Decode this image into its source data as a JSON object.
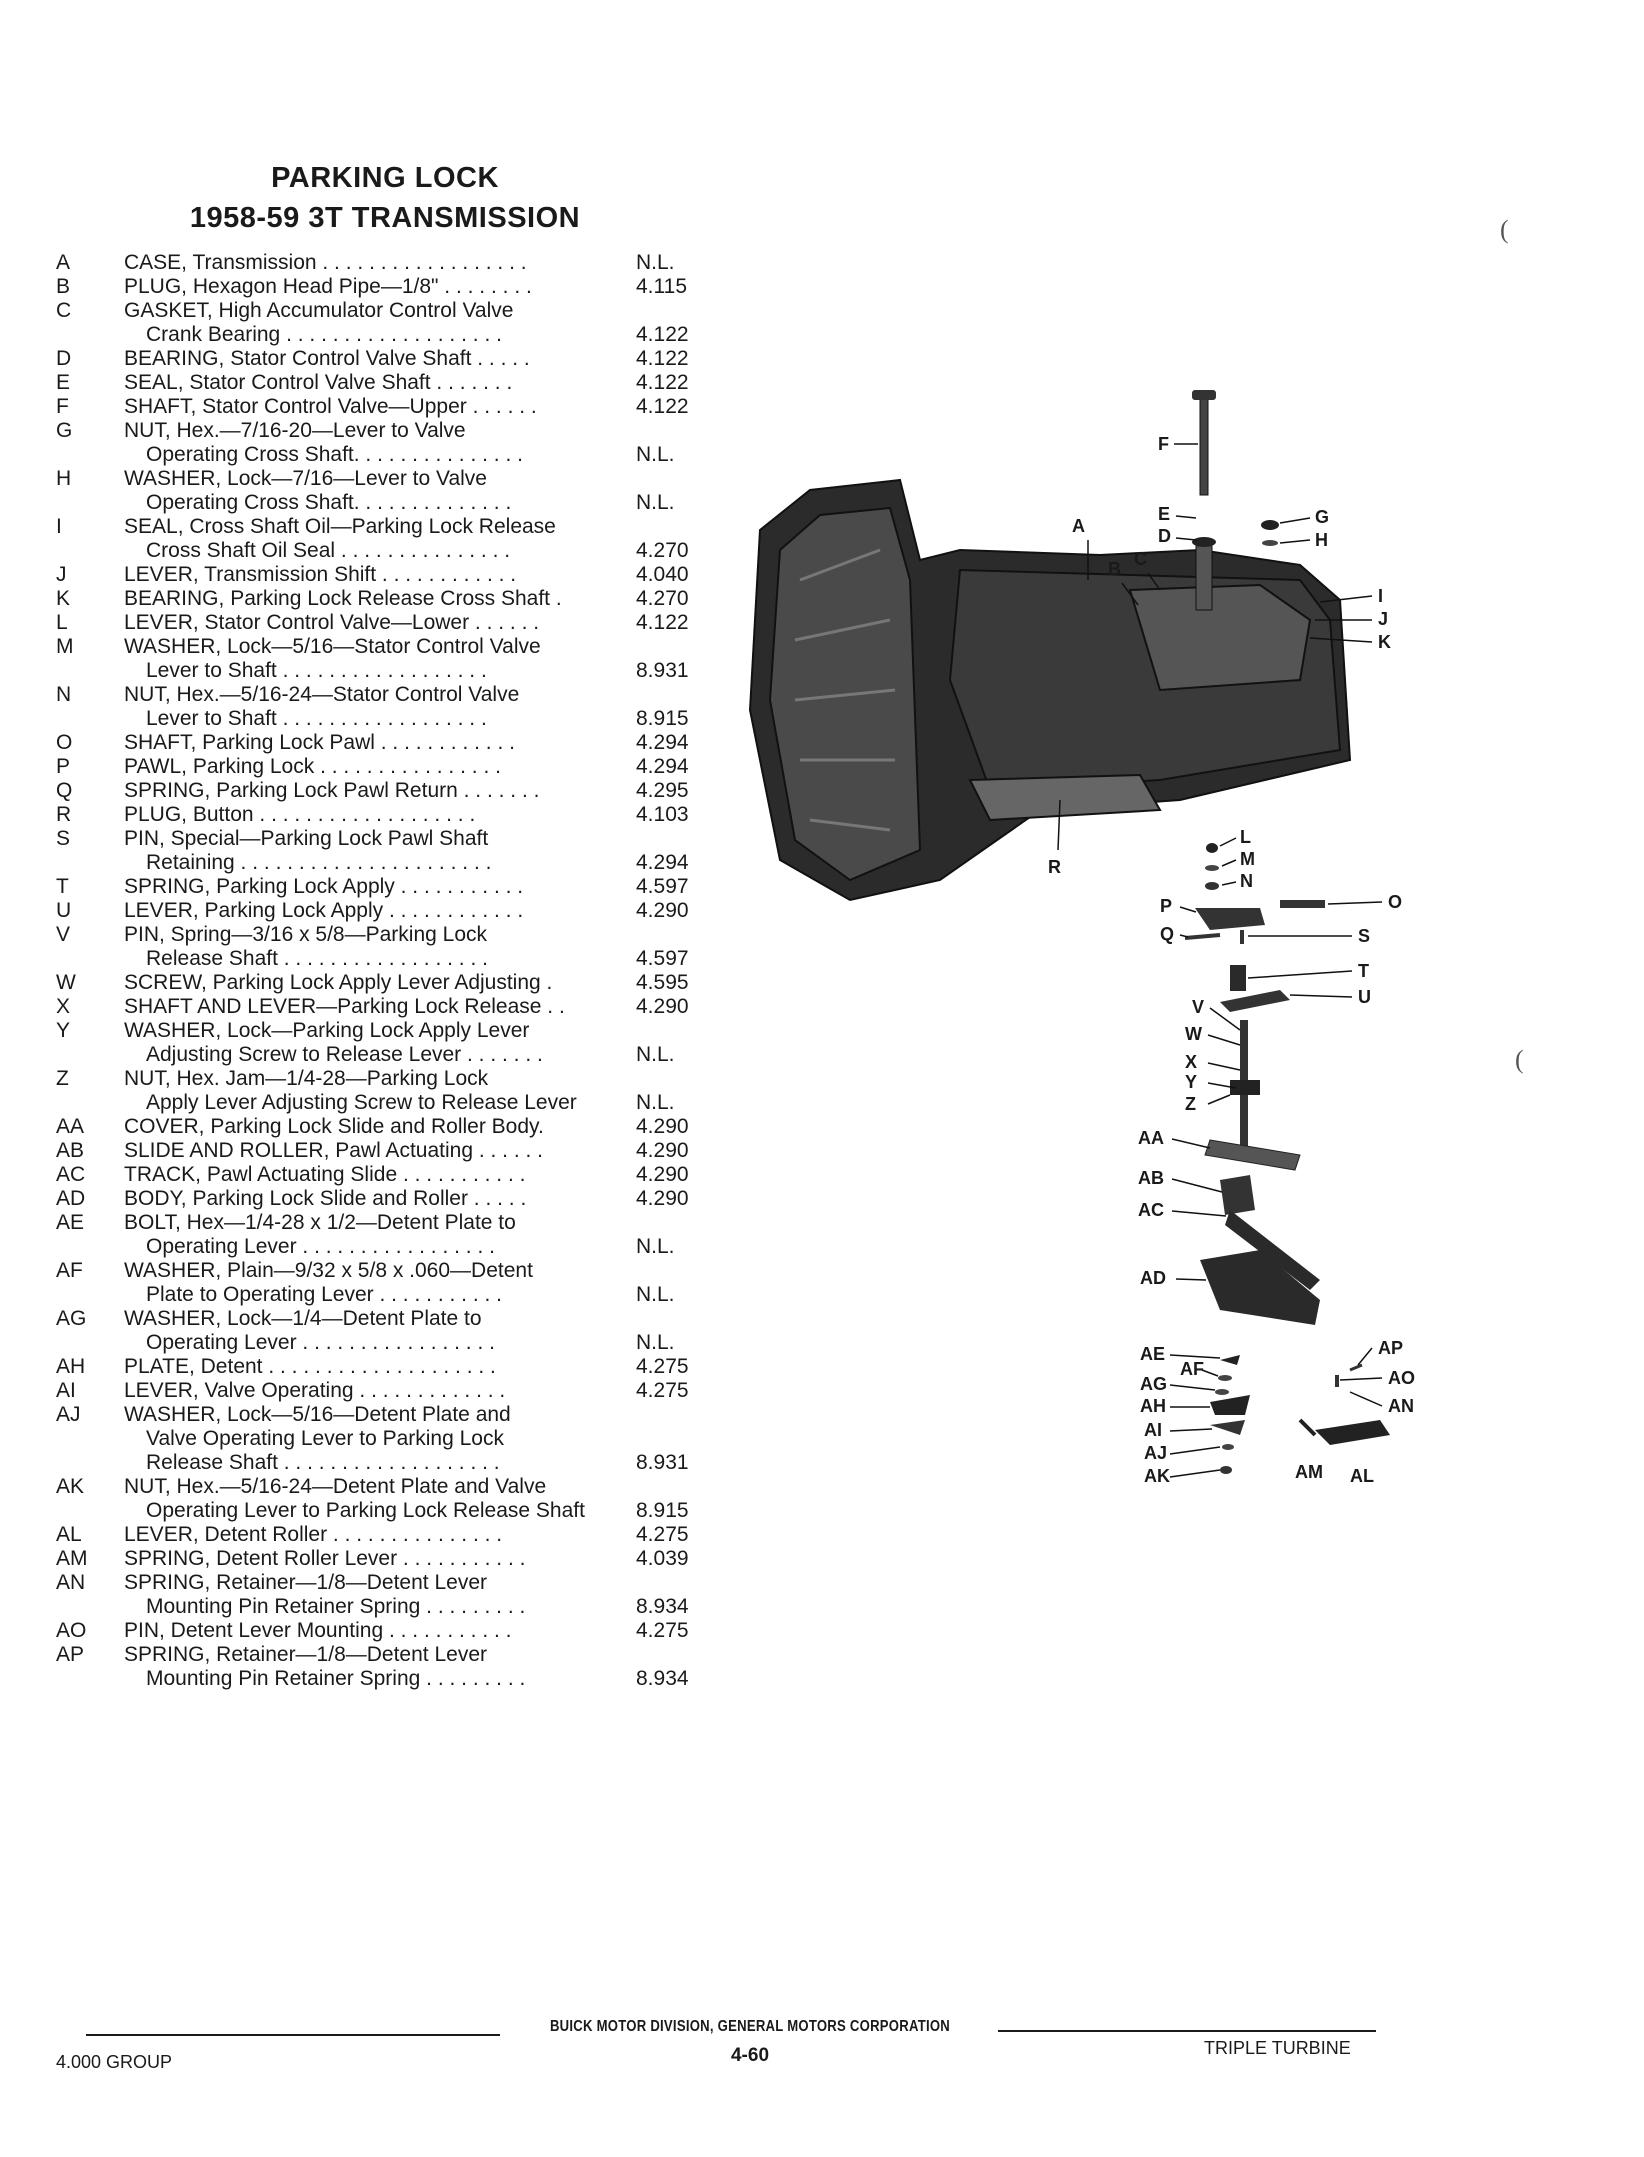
{
  "header": {
    "title_line1": "PARKING LOCK",
    "title_line2": "1958-59 3T TRANSMISSION"
  },
  "parts": [
    {
      "code": "A",
      "lines": [
        "CASE, Transmission . . . . . . . . . . . . . . . . . ."
      ],
      "ref": "N.L."
    },
    {
      "code": "B",
      "lines": [
        "PLUG, Hexagon Head Pipe—1/8\" . . . . . . . ."
      ],
      "ref": "4.115"
    },
    {
      "code": "C",
      "lines": [
        "GASKET, High Accumulator Control Valve",
        "Crank Bearing . . . . . . . . . . . . . . . . . . ."
      ],
      "ref": "4.122"
    },
    {
      "code": "D",
      "lines": [
        "BEARING, Stator Control Valve Shaft . . . . ."
      ],
      "ref": "4.122"
    },
    {
      "code": "E",
      "lines": [
        "SEAL, Stator Control Valve Shaft . . . . . . ."
      ],
      "ref": "4.122"
    },
    {
      "code": "F",
      "lines": [
        "SHAFT, Stator Control Valve—Upper . . . . . ."
      ],
      "ref": "4.122"
    },
    {
      "code": "G",
      "lines": [
        "NUT, Hex.—7/16-20—Lever to Valve",
        "Operating Cross Shaft. . . . . . . . . . . . . . ."
      ],
      "ref": "N.L."
    },
    {
      "code": "H",
      "lines": [
        "WASHER, Lock—7/16—Lever to Valve",
        "Operating Cross Shaft. . . . . . . . . . . . . ."
      ],
      "ref": "N.L."
    },
    {
      "code": "I",
      "lines": [
        "SEAL, Cross Shaft Oil—Parking Lock Release",
        "Cross Shaft Oil Seal . . . . . . . . . . . . . . ."
      ],
      "ref": "4.270"
    },
    {
      "code": "J",
      "lines": [
        "LEVER, Transmission Shift . . . . . . . . . . . ."
      ],
      "ref": "4.040"
    },
    {
      "code": "K",
      "lines": [
        "BEARING, Parking Lock Release Cross Shaft ."
      ],
      "ref": "4.270"
    },
    {
      "code": "L",
      "lines": [
        "LEVER, Stator Control Valve—Lower . . . . . ."
      ],
      "ref": "4.122"
    },
    {
      "code": "M",
      "lines": [
        "WASHER, Lock—5/16—Stator Control Valve",
        "Lever to Shaft . . . . . . . . . . . . . . . . . ."
      ],
      "ref": "8.931"
    },
    {
      "code": "N",
      "lines": [
        "NUT, Hex.—5/16-24—Stator Control Valve",
        "Lever to Shaft . . . . . . . . . . . . . . . . . ."
      ],
      "ref": "8.915"
    },
    {
      "code": "O",
      "lines": [
        "SHAFT, Parking Lock Pawl . . . . . . . . . . . ."
      ],
      "ref": "4.294"
    },
    {
      "code": "P",
      "lines": [
        "PAWL, Parking Lock . . . . . . . . . . . . . . . ."
      ],
      "ref": "4.294"
    },
    {
      "code": "Q",
      "lines": [
        "SPRING, Parking Lock Pawl Return . . . . . . ."
      ],
      "ref": "4.295"
    },
    {
      "code": "R",
      "lines": [
        "PLUG, Button . . . . . . . . . . . . . . . . . . ."
      ],
      "ref": "4.103"
    },
    {
      "code": "S",
      "lines": [
        "PIN, Special—Parking Lock Pawl Shaft",
        "Retaining . . . . . . . . . . . . . . . . . . . . . ."
      ],
      "ref": "4.294"
    },
    {
      "code": "T",
      "lines": [
        "SPRING, Parking Lock Apply . . . . . . . . . . ."
      ],
      "ref": "4.597"
    },
    {
      "code": "U",
      "lines": [
        "LEVER, Parking Lock Apply . . . . . . . . . . . ."
      ],
      "ref": "4.290"
    },
    {
      "code": "V",
      "lines": [
        "PIN, Spring—3/16 x 5/8—Parking Lock",
        "Release Shaft . . . . . . . . . . . . . . . . . ."
      ],
      "ref": "4.597"
    },
    {
      "code": "W",
      "lines": [
        "SCREW, Parking Lock Apply Lever Adjusting ."
      ],
      "ref": "4.595"
    },
    {
      "code": "X",
      "lines": [
        "SHAFT AND LEVER—Parking Lock Release . ."
      ],
      "ref": "4.290"
    },
    {
      "code": "Y",
      "lines": [
        "WASHER, Lock—Parking Lock Apply Lever",
        "Adjusting Screw to Release Lever . . . . . . ."
      ],
      "ref": "N.L."
    },
    {
      "code": "Z",
      "lines": [
        "NUT, Hex. Jam—1/4-28—Parking Lock",
        "Apply Lever Adjusting Screw to Release Lever"
      ],
      "ref": "N.L."
    },
    {
      "code": "AA",
      "lines": [
        "COVER, Parking Lock Slide and Roller Body."
      ],
      "ref": "4.290"
    },
    {
      "code": "AB",
      "lines": [
        "SLIDE AND ROLLER, Pawl Actuating . . . . . ."
      ],
      "ref": "4.290"
    },
    {
      "code": "AC",
      "lines": [
        "TRACK, Pawl Actuating Slide . . . . . . . . . . ."
      ],
      "ref": "4.290"
    },
    {
      "code": "AD",
      "lines": [
        "BODY, Parking Lock Slide and Roller . . . . ."
      ],
      "ref": "4.290"
    },
    {
      "code": "AE",
      "lines": [
        "BOLT, Hex—1/4-28 x 1/2—Detent Plate to",
        "Operating Lever . . . . . . . . . . . . . . . . ."
      ],
      "ref": "N.L."
    },
    {
      "code": "AF",
      "lines": [
        "WASHER, Plain—9/32 x 5/8 x .060—Detent",
        "Plate to Operating Lever . . . . . . . . . . ."
      ],
      "ref": "N.L."
    },
    {
      "code": "AG",
      "lines": [
        "WASHER, Lock—1/4—Detent Plate to",
        "Operating Lever . . . . . . . . . . . . . . . . ."
      ],
      "ref": "N.L."
    },
    {
      "code": "AH",
      "lines": [
        "PLATE, Detent . . . . . . . . . . . . . . . . . . . ."
      ],
      "ref": "4.275"
    },
    {
      "code": "AI",
      "lines": [
        "LEVER, Valve Operating . . . . . . . . . . . . ."
      ],
      "ref": "4.275"
    },
    {
      "code": "AJ",
      "lines": [
        "WASHER, Lock—5/16—Detent Plate and",
        "Valve Operating Lever to Parking Lock",
        "Release Shaft . . . . . . . . . . . . . . . . . . ."
      ],
      "ref": "8.931"
    },
    {
      "code": "AK",
      "lines": [
        "NUT, Hex.—5/16-24—Detent Plate and Valve",
        "Operating Lever to Parking Lock Release Shaft"
      ],
      "ref": "8.915"
    },
    {
      "code": "AL",
      "lines": [
        "LEVER, Detent Roller . . . . . . . . . . . . . . ."
      ],
      "ref": "4.275"
    },
    {
      "code": "AM",
      "lines": [
        "SPRING, Detent Roller Lever . . . . . . . . . . ."
      ],
      "ref": "4.039"
    },
    {
      "code": "AN",
      "lines": [
        "SPRING, Retainer—1/8—Detent Lever",
        "Mounting Pin Retainer Spring . . . . . . . . ."
      ],
      "ref": "8.934"
    },
    {
      "code": "AO",
      "lines": [
        "PIN, Detent Lever Mounting . . . . . . . . . . ."
      ],
      "ref": "4.275"
    },
    {
      "code": "AP",
      "lines": [
        "SPRING, Retainer—1/8—Detent Lever",
        "Mounting Pin Retainer Spring . . . . . . . . ."
      ],
      "ref": "8.934"
    }
  ],
  "diagram": {
    "callouts": [
      "A",
      "B",
      "C",
      "D",
      "E",
      "F",
      "G",
      "H",
      "I",
      "J",
      "K",
      "L",
      "M",
      "N",
      "O",
      "P",
      "Q",
      "R",
      "S",
      "T",
      "U",
      "V",
      "W",
      "X",
      "Y",
      "Z",
      "AA",
      "AB",
      "AC",
      "AD",
      "AE",
      "AF",
      "AG",
      "AH",
      "AI",
      "AJ",
      "AK",
      "AL",
      "AM",
      "AN",
      "AO",
      "AP"
    ]
  },
  "footer": {
    "group": "4.000 GROUP",
    "publisher": "BUICK MOTOR DIVISION, GENERAL MOTORS CORPORATION",
    "page": "4-60",
    "section": "TRIPLE TURBINE"
  }
}
